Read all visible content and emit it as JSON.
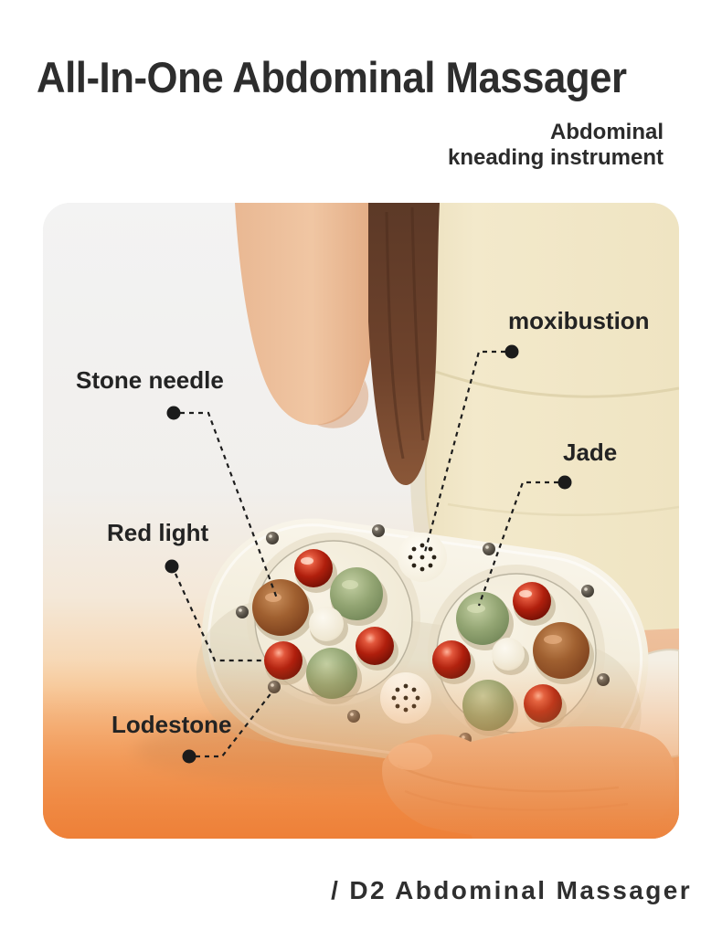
{
  "header": {
    "title": "All-In-One Abdominal Massager",
    "subtitle_line1": "Abdominal",
    "subtitle_line2": "kneading instrument"
  },
  "annotations": {
    "stone_needle": "Stone needle",
    "moxibustion": "moxibustion",
    "jade": "Jade",
    "red_light": "Red light",
    "lodestone": "Lodestone"
  },
  "footer": {
    "caption": "/ D2 Abdominal Massager"
  },
  "colors": {
    "title_text": "#2d2d2d",
    "label_text": "#232323",
    "card_background": "#f2f1f0",
    "gradient_orange": "#ee8038",
    "device_body": "#f3eddd",
    "jade_ball": "#8aa06b",
    "red_light_ball": "#a81f0d",
    "stone_needle_ball": "#91542a",
    "garment_cream": "#f1e7c9"
  }
}
